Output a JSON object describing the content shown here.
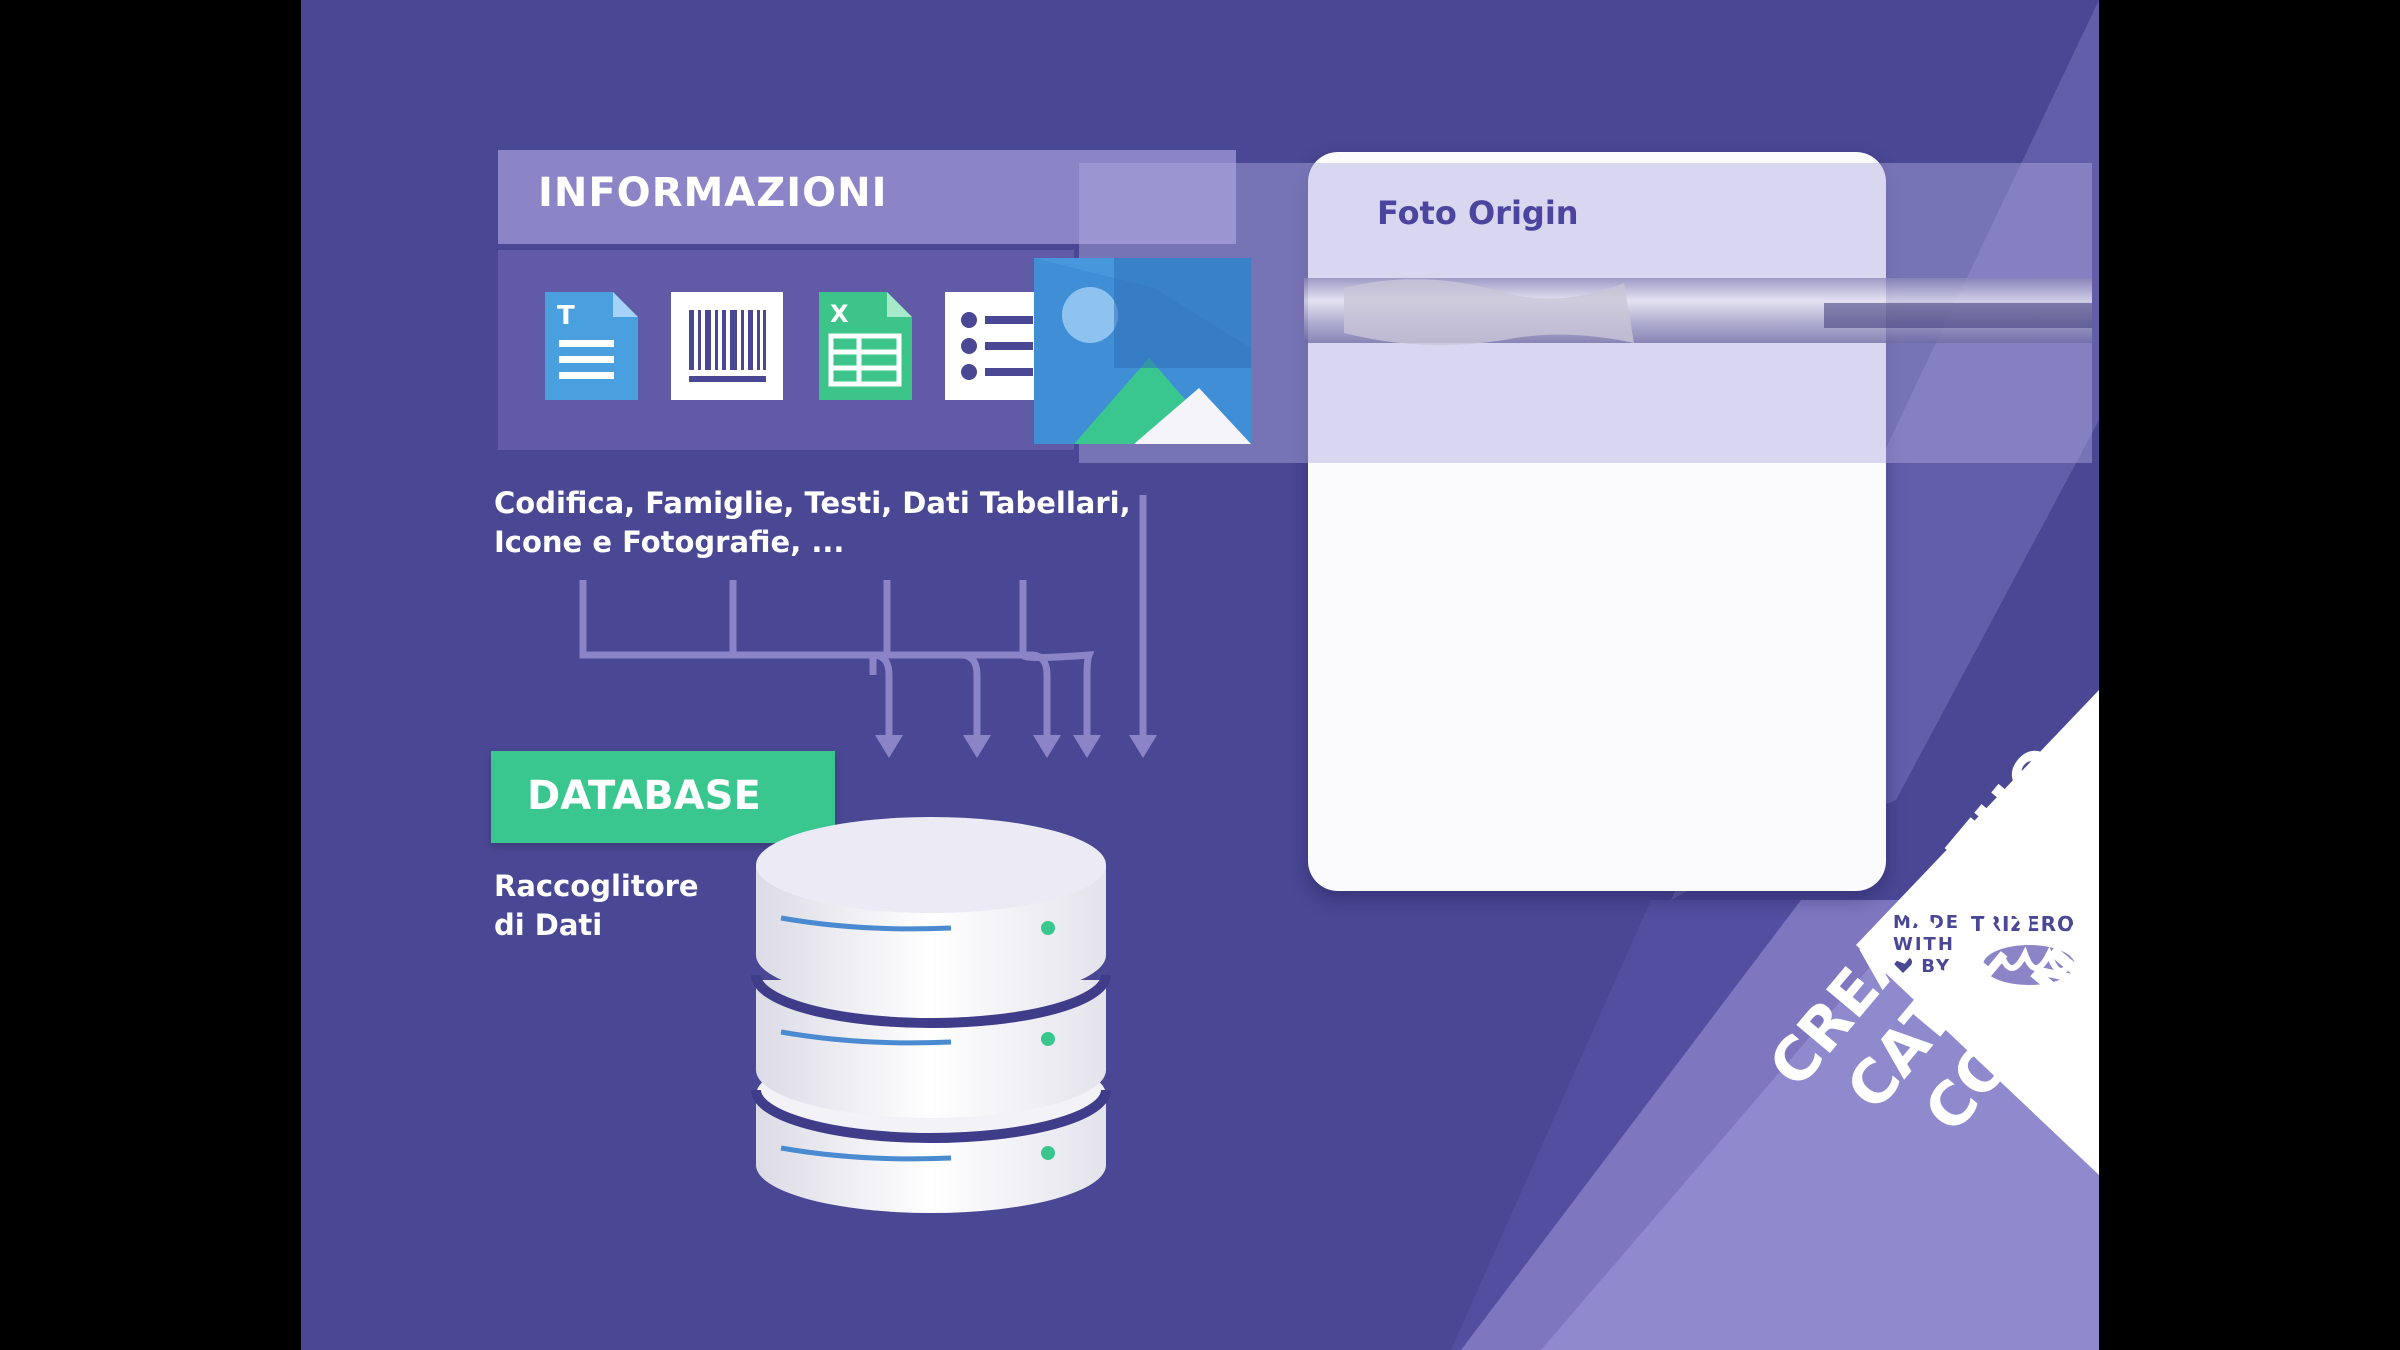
{
  "informazioni": {
    "title": "INFORMAZIONI",
    "icons": [
      "text-document-icon",
      "barcode-icon",
      "spreadsheet-icon",
      "list-icon",
      "image-icon"
    ],
    "caption_line1": "Codifica, Famiglie, Testi, Dati Tabellari,",
    "caption_line2": "Icone e Fotografie, ..."
  },
  "photo": {
    "title": "Foto Origin"
  },
  "database": {
    "label": "DATABASE",
    "caption_line1": "Raccoglitore",
    "caption_line2": "di Dati",
    "icon": "database-icon"
  },
  "badge": {
    "made_line1": "MADE",
    "made_line2": "WITH",
    "made_line3": "BY",
    "brand": "TRIZERO",
    "icons": [
      "heart-icon",
      "trizero-logo"
    ]
  },
  "cta": {
    "line1": "CREA IL TUO",
    "line2": "CATALOGO",
    "line3": "CON NOI"
  },
  "colors": {
    "background": "#4a4894",
    "header_band": "#8b85c7",
    "icon_panel": "#615aa6",
    "database_green": "#39c78f",
    "accent_light": "#8b85c7"
  }
}
